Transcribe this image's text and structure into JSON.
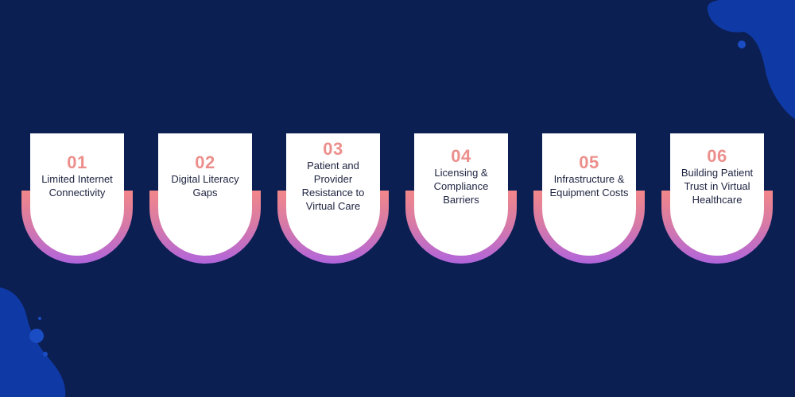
{
  "background_color": "#0c1f52",
  "accent_colors": {
    "number": "#ec8f8c",
    "ring_top": "#f2878a",
    "ring_bottom": "#b165dc",
    "blob": "#0f3aa6"
  },
  "items": [
    {
      "number": "01",
      "label": "Limited Internet Connectivity"
    },
    {
      "number": "02",
      "label": "Digital Literacy Gaps"
    },
    {
      "number": "03",
      "label": "Patient and Provider Resistance to Virtual Care"
    },
    {
      "number": "04",
      "label": "Licensing & Compliance Barriers"
    },
    {
      "number": "05",
      "label": "Infrastructure & Equipment Costs"
    },
    {
      "number": "06",
      "label": "Building Patient Trust in Virtual Healthcare"
    }
  ]
}
